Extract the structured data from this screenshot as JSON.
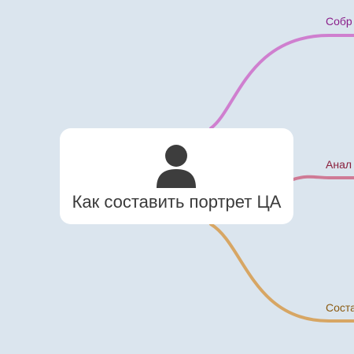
{
  "central_node": {
    "label": "Как составить портрет ЦА",
    "icon": "person-icon",
    "icon_color": "#3d3d3d"
  },
  "branches": [
    {
      "label": "Собр",
      "color": "#cf7fcf",
      "text_color": "#8a1f8a"
    },
    {
      "label": "Анал",
      "color": "#cf7a95",
      "text_color": "#8a1f3c"
    },
    {
      "label": "Соста",
      "color": "#d7a664",
      "text_color": "#8a5a10"
    }
  ],
  "colors": {
    "canvas_background": "#dbe5ee",
    "node_background": "#ffffff"
  }
}
